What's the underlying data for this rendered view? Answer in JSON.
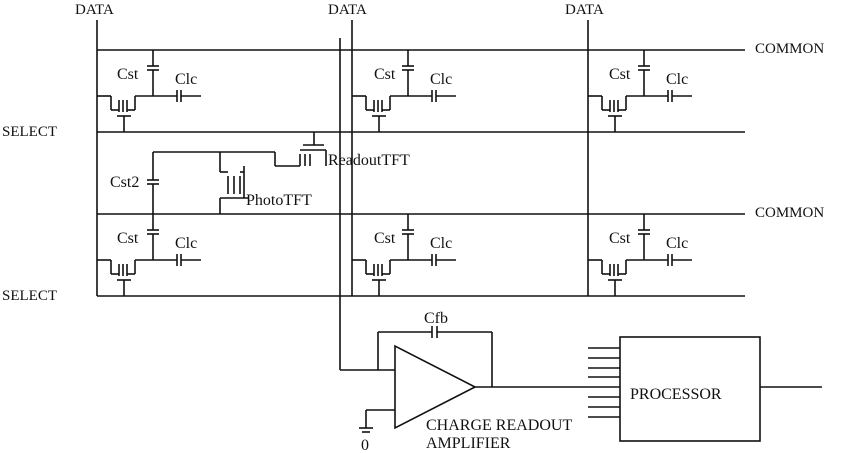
{
  "labels": {
    "data": "DATA",
    "common": "COMMON",
    "select": "SELECT",
    "cst": "Cst",
    "clc": "Clc",
    "cst2": "Cst2",
    "readout_tft": "ReadoutTFT",
    "photo_tft": "PhotoTFT",
    "cfb": "Cfb",
    "amp_line1": "CHARGE READOUT",
    "amp_line2": "AMPLIFIER",
    "ground": "0",
    "processor": "PROCESSOR"
  },
  "colors": {
    "ink": "#111111",
    "background": "#ffffff"
  }
}
